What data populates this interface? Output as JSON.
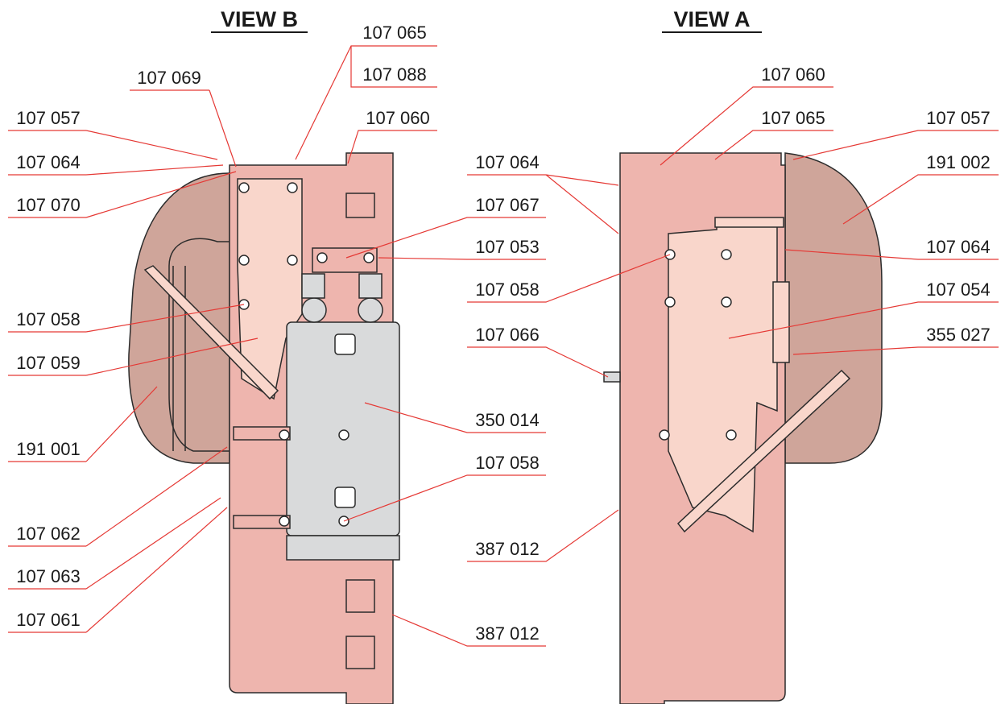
{
  "views": {
    "view_b": {
      "title": "VIEW B"
    },
    "view_a": {
      "title": "VIEW A"
    }
  },
  "colors": {
    "housing": "#eeb5ae",
    "plate": "#f9d6cb",
    "manifold": "#cfa59a",
    "valve_body": "#d9dadb",
    "leader": "#e53935",
    "outline": "#2b2b2b"
  },
  "callouts_b": [
    "107 065",
    "107 088",
    "107 069",
    "107 057",
    "107 060",
    "107 064",
    "107 070",
    "107 067",
    "107 053",
    "107 058",
    "107 059",
    "107 066",
    "350 014",
    "191 001",
    "107 058",
    "107 062",
    "107 063",
    "387 012",
    "107 061"
  ],
  "callouts_a": [
    "107 060",
    "107 065",
    "107 057",
    "107 064",
    "191 002",
    "107 064",
    "107 058",
    "107 054",
    "355 027",
    "387 012"
  ]
}
